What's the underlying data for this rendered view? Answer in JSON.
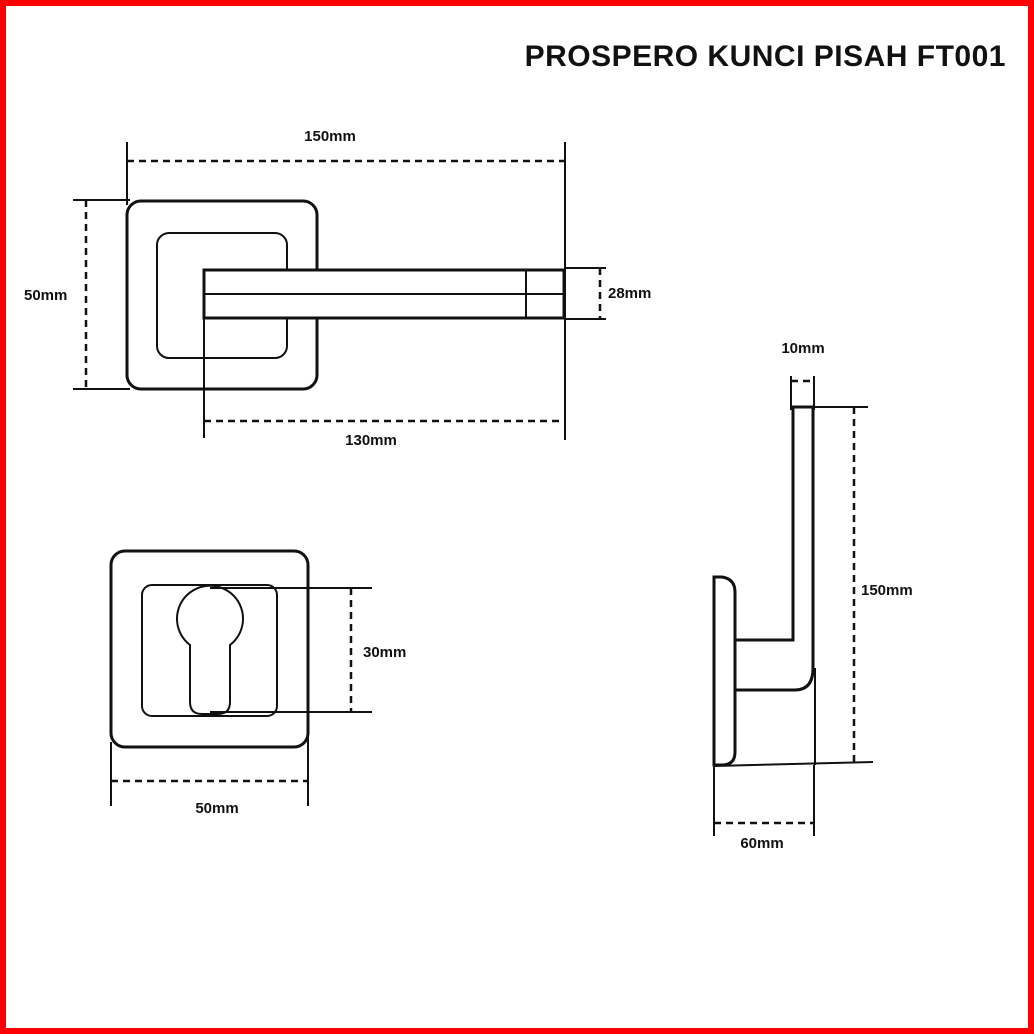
{
  "title": "PROSPERO KUNCI PISAH FT001",
  "colors": {
    "frame": "#ff0000",
    "line": "#111111",
    "background": "#ffffff"
  },
  "top_view": {
    "overall_width_label": "150mm",
    "rose_height_label": "50mm",
    "lever_thickness_label": "28mm",
    "lever_length_label": "130mm"
  },
  "escutcheon_view": {
    "keyhole_height_label": "30mm",
    "width_label": "50mm"
  },
  "side_view": {
    "lever_width_label": "10mm",
    "height_label": "150mm",
    "depth_label": "60mm"
  }
}
